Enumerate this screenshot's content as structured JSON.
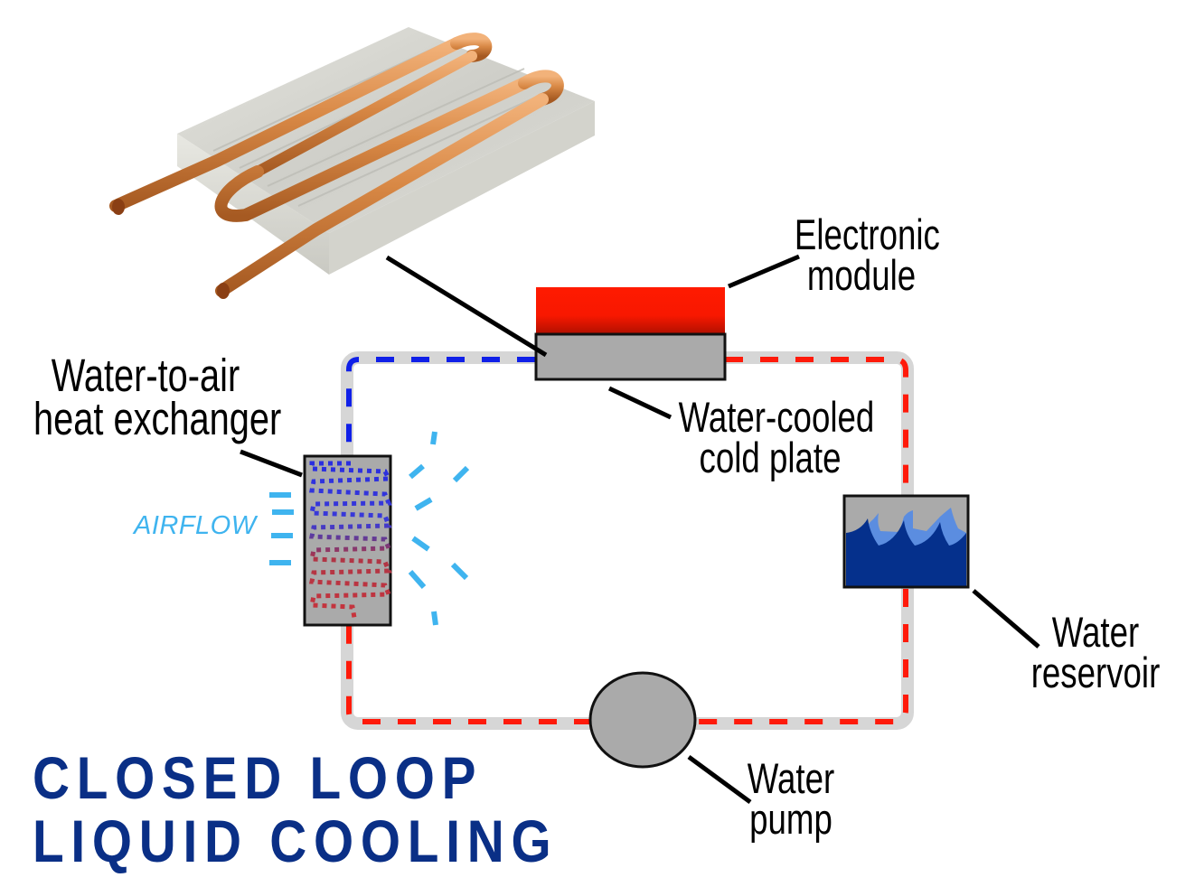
{
  "diagram": {
    "title_lines": [
      "CLOSED LOOP",
      "LIQUID COOLING"
    ],
    "labels": {
      "electronic_module": [
        "Electronic",
        "module"
      ],
      "cold_plate": [
        "Water-cooled",
        "cold plate"
      ],
      "heat_exchanger": [
        "Water-to-air",
        "heat exchanger"
      ],
      "reservoir": [
        "Water",
        "reservoir"
      ],
      "pump": [
        "Water",
        "pump"
      ],
      "airflow": "AIRFLOW"
    },
    "colors": {
      "title": "#0a2f86",
      "cold_water": "#1020e8",
      "hot_water": "#ff1a0a",
      "pipe": "#d6d6d6",
      "component_gray": "#aaaaaa",
      "module_red": "#ff1a00",
      "reservoir_water": "#05308c",
      "reservoir_wave": "#5b8de0",
      "airflow": "#3fb4ef",
      "copper": "#d98a4a",
      "aluminum": "#d8d8d2"
    },
    "components": [
      "cold-plate-photo",
      "electronic-module",
      "water-cooled-cold-plate",
      "water-to-air-heat-exchanger",
      "water-reservoir",
      "water-pump"
    ],
    "flow": {
      "from_heat_exchanger_to_cold_plate": "cold",
      "from_cold_plate_to_reservoir": "hot",
      "from_reservoir_to_pump": "hot",
      "from_pump_to_heat_exchanger": "hot"
    }
  }
}
